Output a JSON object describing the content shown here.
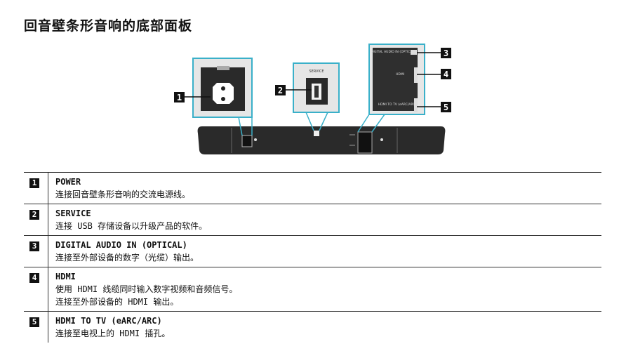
{
  "title": "回音壁条形音响的底部面板",
  "diagram": {
    "service_label": "SERVICE",
    "digital_audio_label": "DIGITAL AUDIO IN (OPTICAL)",
    "hdmi_label": "HDMI",
    "hdmi_tv_label": "HDMI TO TV (eARC/ARC)",
    "callouts": [
      "1",
      "2",
      "3",
      "4",
      "5"
    ]
  },
  "rows": [
    {
      "num": "1",
      "heading": "POWER",
      "desc": [
        "连接回音壁条形音响的交流电源线。"
      ]
    },
    {
      "num": "2",
      "heading": "SERVICE",
      "desc": [
        "连接 USB 存储设备以升级产品的软件。"
      ]
    },
    {
      "num": "3",
      "heading": "DIGITAL AUDIO IN (OPTICAL)",
      "desc": [
        "连接至外部设备的数字（光缆）输出。"
      ]
    },
    {
      "num": "4",
      "heading": "HDMI",
      "desc": [
        "使用 HDMI 线缆同时输入数字视频和音频信号。",
        "连接至外部设备的 HDMI 输出。"
      ]
    },
    {
      "num": "5",
      "heading": "HDMI TO TV (eARC/ARC)",
      "desc": [
        "连接至电视上的 HDMI 插孔。"
      ]
    }
  ]
}
